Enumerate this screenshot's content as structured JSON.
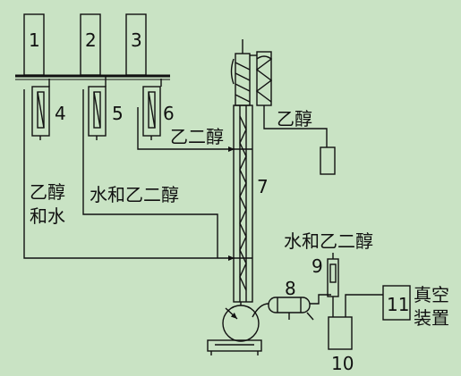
{
  "colors": {
    "background": "#c9e3c4",
    "ink": "#111111"
  },
  "numbers": {
    "n1": "1",
    "n2": "2",
    "n3": "3",
    "n4": "4",
    "n5": "5",
    "n6": "6",
    "n7": "7",
    "n8": "8",
    "n9": "9",
    "n10": "10",
    "n11": "11"
  },
  "labels": {
    "ethanol_top": "乙醇",
    "ethylene_glycol": "乙二醇",
    "ethanol_water_line1": "乙醇",
    "ethanol_water_line2": "和水",
    "water_glycol_left": "水和乙二醇",
    "water_glycol_right": "水和乙二醇",
    "vacuum_line1": "真空",
    "vacuum_line2": "装置"
  }
}
